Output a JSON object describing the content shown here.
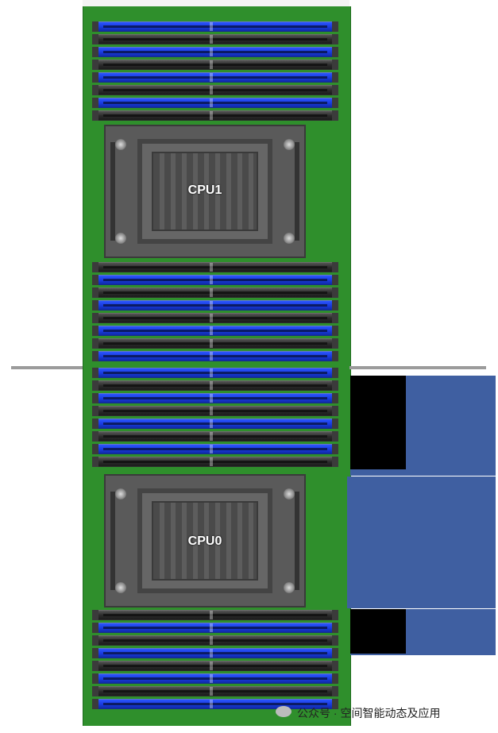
{
  "cpus": [
    {
      "label": "CPU1"
    },
    {
      "label": "CPU0"
    }
  ],
  "dimm_groups": {
    "top": [
      "blue",
      "black",
      "blue",
      "black",
      "blue",
      "black",
      "blue",
      "black"
    ],
    "middle_upper": [
      "black",
      "blue",
      "black",
      "blue",
      "black",
      "blue",
      "black",
      "blue"
    ],
    "middle_lower": [
      "blue",
      "black",
      "blue",
      "black",
      "blue",
      "black",
      "blue",
      "black"
    ],
    "bottom": [
      "black",
      "blue",
      "black",
      "blue",
      "black",
      "blue",
      "black",
      "blue"
    ]
  },
  "colors": {
    "board": "#2f8f2c",
    "dimm_blue": "#1a3ce0",
    "dimm_black": "#2c2c2c",
    "side_block": "#3f5fa1"
  },
  "footer": {
    "watermark": "公众号 · 空间智能动态及应用"
  }
}
